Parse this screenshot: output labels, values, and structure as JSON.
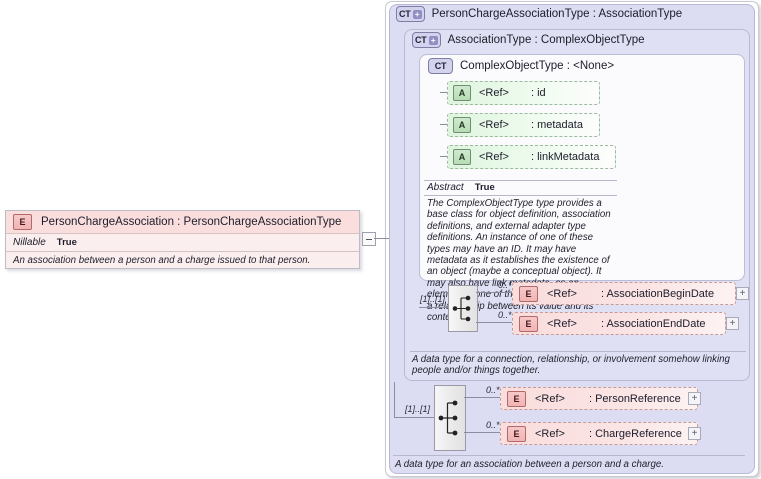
{
  "diagram": {
    "kind": "xsd-schema-documentation",
    "left_element": {
      "icon": "element-tag-icon",
      "tag_label": "E",
      "title": "PersonChargeAssociation : PersonChargeAssociationType",
      "property_key": "Nillable",
      "property_value": "True",
      "documentation": "An association between a person and a charge issued to that person.",
      "collapse_icon": "minus-box-icon"
    },
    "panels": [
      {
        "level": 1,
        "badge": "CT+",
        "badge_icon": "complextype-expand-icon",
        "title": "PersonChargeAssociationType : AssociationType",
        "footer_doc": "A data type for an association between a person and a charge."
      },
      {
        "level": 2,
        "badge": "CT+",
        "badge_icon": "complextype-expand-icon",
        "title": "AssociationType : ComplexObjectType",
        "footer_doc": "A data type for a connection, relationship, or involvement somehow linking people and/or things together."
      },
      {
        "level": 3,
        "badge": "CT",
        "badge_icon": "complextype-icon",
        "title": "ComplexObjectType : <None>"
      }
    ],
    "attributes": [
      {
        "tag_label": "A",
        "icon": "attribute-tag-icon",
        "ref": "<Ref>",
        "name": ": id"
      },
      {
        "tag_label": "A",
        "icon": "attribute-tag-icon",
        "ref": "<Ref>",
        "name": ": metadata"
      },
      {
        "tag_label": "A",
        "icon": "attribute-tag-icon",
        "ref": "<Ref>",
        "name": ": linkMetadata"
      }
    ],
    "abstract": {
      "key": "Abstract",
      "value": "True",
      "documentation": "The ComplexObjectType type provides a base class for object definition, association definitions, and external adapter type definitions. An instance of one of these types may have an ID. It may have metadata as it establishes the existence of an object (maybe a conceptual object). It may also have link metadata, as an element of one of these types establishes a relationship between its value and its context."
    },
    "sequence_groups": [
      {
        "name": "inner-sequence",
        "icon": "sequence-compositor-icon",
        "cardinality": "[1]..[1]",
        "children": [
          {
            "tag_label": "E",
            "icon": "element-tag-icon",
            "occurrence": "0..*",
            "ref": "<Ref>",
            "name": ": AssociationBeginDate",
            "expand_icon": "plus-box-icon",
            "expand_label": "+"
          },
          {
            "tag_label": "E",
            "icon": "element-tag-icon",
            "occurrence": "0..*",
            "ref": "<Ref>",
            "name": ": AssociationEndDate",
            "expand_icon": "plus-box-icon",
            "expand_label": "+"
          }
        ]
      },
      {
        "name": "outer-sequence",
        "icon": "sequence-compositor-icon",
        "cardinality": "[1]..[1]",
        "children": [
          {
            "tag_label": "E",
            "icon": "element-tag-icon",
            "occurrence": "0..*",
            "ref": "<Ref>",
            "name": ": PersonReference",
            "expand_icon": "plus-box-icon",
            "expand_label": "+"
          },
          {
            "tag_label": "E",
            "icon": "element-tag-icon",
            "occurrence": "0..*",
            "ref": "<Ref>",
            "name": ": ChargeReference",
            "expand_icon": "plus-box-icon",
            "expand_label": "+"
          }
        ]
      }
    ],
    "colors": {
      "panel_lavender": "#dcdcf2",
      "panel_lavender_inner": "#e0e0f4",
      "panel_white": "#fbfbfe",
      "element_pink": "#fadddd",
      "attribute_green": "#dff4df",
      "frame_border": "#c9c9d4",
      "connector": "#8d8da0"
    }
  }
}
